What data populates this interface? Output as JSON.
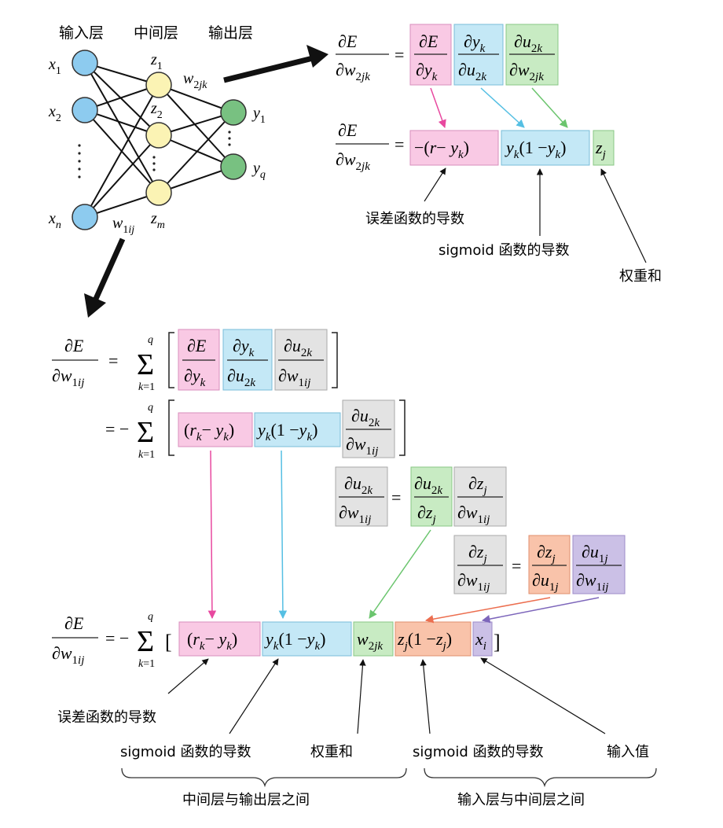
{
  "network": {
    "layer_labels": {
      "input": "输入层",
      "hidden": "中间层",
      "output": "输出层"
    },
    "input_nodes": [
      "x1",
      "x2",
      "xn"
    ],
    "hidden_nodes": [
      "z1",
      "z2",
      "zm"
    ],
    "output_nodes": [
      "y1",
      "yq"
    ],
    "weight_hidden_output": "w2jk",
    "weight_input_hidden": "w1ij"
  },
  "colors": {
    "pink": "#f9c9e4",
    "pink_arrow": "#e8489f",
    "blue": "#c4e8f6",
    "blue_arrow": "#55bfe3",
    "green": "#c8ebc3",
    "green_arrow": "#6bc56e",
    "gray": "#e3e3e3",
    "orange": "#f9c3aa",
    "orange_arrow": "#ec6e4f",
    "purple": "#cbc0e6",
    "purple_arrow": "#7d66bb",
    "input_node": "#8dcbef",
    "hidden_node": "#fbf3b4",
    "output_node": "#78c181"
  },
  "formulas": {
    "output_layer": {
      "lhs": "∂E / ∂w2jk",
      "chain": [
        "∂E / ∂yk",
        "∂yk / ∂u2k",
        "∂u2k / ∂w2jk"
      ],
      "result": [
        "−(r− yk)",
        "yk(1 −yk)",
        "zj"
      ]
    },
    "hidden_layer": {
      "lhs": "∂E / ∂w1ij",
      "sum": "Σ k=1..q",
      "chain": [
        "∂E / ∂yk",
        "∂yk / ∂u2k",
        "∂u2k / ∂w1ij"
      ],
      "line2": [
        "(rk− yk)",
        "yk(1 −yk)",
        "∂u2k / ∂w1ij"
      ],
      "sub1": {
        "lhs": "∂u2k / ∂w1ij",
        "rhs": [
          "∂u2k / ∂zj",
          "∂zj / ∂w1ij"
        ]
      },
      "sub2": {
        "lhs": "∂zj / ∂w1ij",
        "rhs": [
          "∂zj / ∂u1j",
          "∂u1j / ∂w1ij"
        ]
      },
      "final": [
        "(rk− yk)",
        "yk(1 −yk)",
        "w2jk",
        "zj(1 −zj)",
        "xi"
      ]
    }
  },
  "annotations": {
    "top": {
      "error_derivative": "误差函数的导数",
      "sigmoid_derivative": "sigmoid 函数的导数",
      "weighted_sum": "权重和"
    },
    "bottom": {
      "error_derivative": "误差函数的导数",
      "sigmoid_derivative_1": "sigmoid 函数的导数",
      "weighted_sum": "权重和",
      "sigmoid_derivative_2": "sigmoid 函数的导数",
      "input_value": "输入值"
    },
    "brace_left": "中间层与输出层之间",
    "brace_right": "输入层与中间层之间"
  }
}
